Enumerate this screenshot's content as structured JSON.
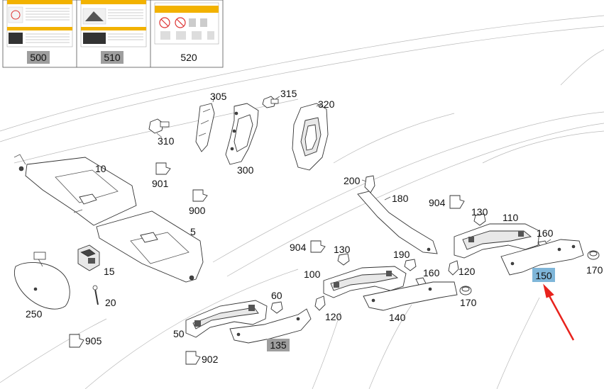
{
  "labels": {
    "p500": "500",
    "p510": "510",
    "p520": "520",
    "p305": "305",
    "p315": "315",
    "p320": "320",
    "p310": "310",
    "p300": "300",
    "p10": "10",
    "p901": "901",
    "p900": "900",
    "p5": "5",
    "p200": "200",
    "p180": "180",
    "p904a": "904",
    "p130a": "130",
    "p110": "110",
    "p160a": "160",
    "p170a": "170",
    "p150": "150",
    "p904b": "904",
    "p130b": "130",
    "p190": "190",
    "p160b": "160",
    "p120a": "120",
    "p100": "100",
    "p170b": "170",
    "p140": "140",
    "p15": "15",
    "p250": "250",
    "p20": "20",
    "p60": "60",
    "p120b": "120",
    "p50": "50",
    "p905": "905",
    "p135": "135",
    "p902": "902"
  },
  "highlight_colors": {
    "grey_box": "#9e9e9e",
    "blue_box": "#7fb6d9",
    "arrow": "#e8231d",
    "warning_yellow": "#f2b200"
  }
}
